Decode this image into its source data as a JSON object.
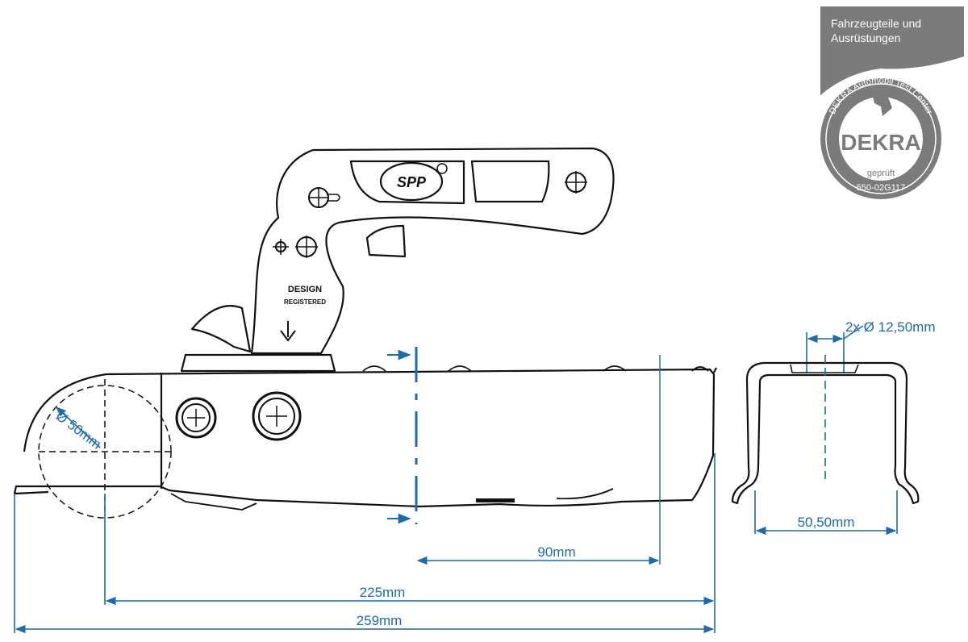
{
  "certification": {
    "header_line1": "Fahrzeugteile und",
    "header_line2": "Ausrüstungen",
    "ring_top": "DEKRA Automobil Test Center",
    "brand": "DEKRA",
    "ring_bottom_line1": "geprüft",
    "ring_bottom_line2": "550-02G117"
  },
  "product_marks": {
    "logo": "SPP",
    "design_line1": "DESIGN",
    "design_line2": "REGISTERED"
  },
  "dimensions": {
    "ball_diameter": "Ø 50mm",
    "hole_spec": "2x Ø 12,50mm",
    "profile_width": "50,50mm",
    "hole_spacing": "90mm",
    "center_to_end": "225mm",
    "overall_length": "259mm"
  },
  "colors": {
    "dimension": "#1f6aa8",
    "outline": "#111111",
    "badge": "#7b7b7b"
  }
}
